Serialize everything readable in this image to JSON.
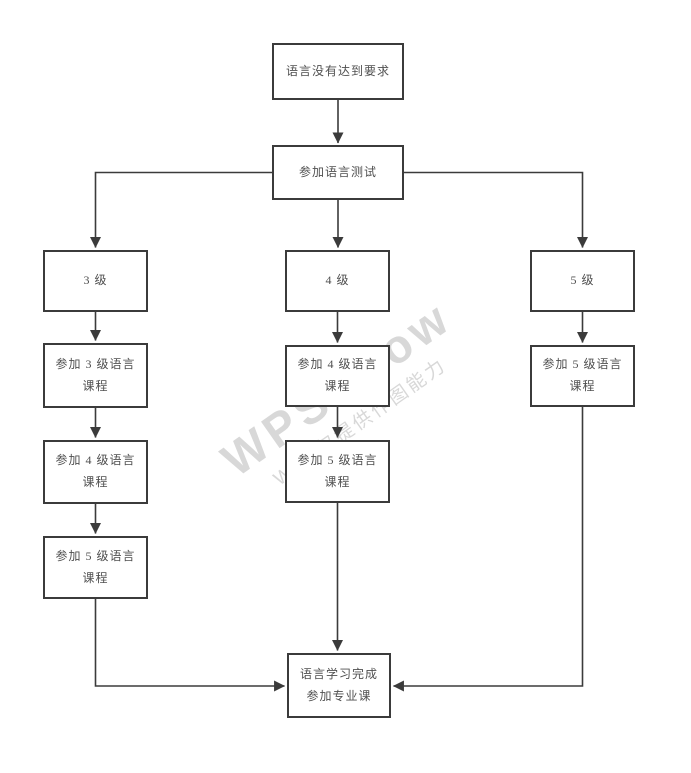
{
  "colors": {
    "background": "#ffffff",
    "line": "#3b3b3b",
    "node_border": "#3b3b3b",
    "node_fill": "#ffffff",
    "text": "#4f4f4f",
    "watermark": "#d8d8d8"
  },
  "watermark": {
    "line1": "WPS Flow",
    "line2": "WPS仅提供作图能力"
  },
  "diagram": {
    "type": "flowchart",
    "nodes": {
      "start": {
        "label": "语言没有达到要求"
      },
      "test": {
        "label": "参加语言测试"
      },
      "level3": {
        "label": "3 级"
      },
      "level4": {
        "label": "4 级"
      },
      "level5": {
        "label": "5 级"
      },
      "left_course3": {
        "label": "参加 3 级语言\n课程"
      },
      "left_course4": {
        "label": "参加 4 级语言\n课程"
      },
      "left_course5": {
        "label": "参加 5 级语言\n课程"
      },
      "mid_course4": {
        "label": "参加 4 级语言\n课程"
      },
      "mid_course5": {
        "label": "参加 5 级语言\n课程"
      },
      "right_course5": {
        "label": "参加 5 级语言\n课程"
      },
      "done": {
        "label": "语言学习完成\n参加专业课"
      }
    },
    "edges": [
      {
        "from": "start",
        "to": "test"
      },
      {
        "from": "test",
        "to": "level3"
      },
      {
        "from": "test",
        "to": "level4"
      },
      {
        "from": "test",
        "to": "level5"
      },
      {
        "from": "level3",
        "to": "left_course3"
      },
      {
        "from": "left_course3",
        "to": "left_course4"
      },
      {
        "from": "left_course4",
        "to": "left_course5"
      },
      {
        "from": "left_course5",
        "to": "done"
      },
      {
        "from": "level4",
        "to": "mid_course4"
      },
      {
        "from": "mid_course4",
        "to": "mid_course5"
      },
      {
        "from": "mid_course5",
        "to": "done"
      },
      {
        "from": "level5",
        "to": "right_course5"
      },
      {
        "from": "right_course5",
        "to": "done"
      }
    ]
  }
}
